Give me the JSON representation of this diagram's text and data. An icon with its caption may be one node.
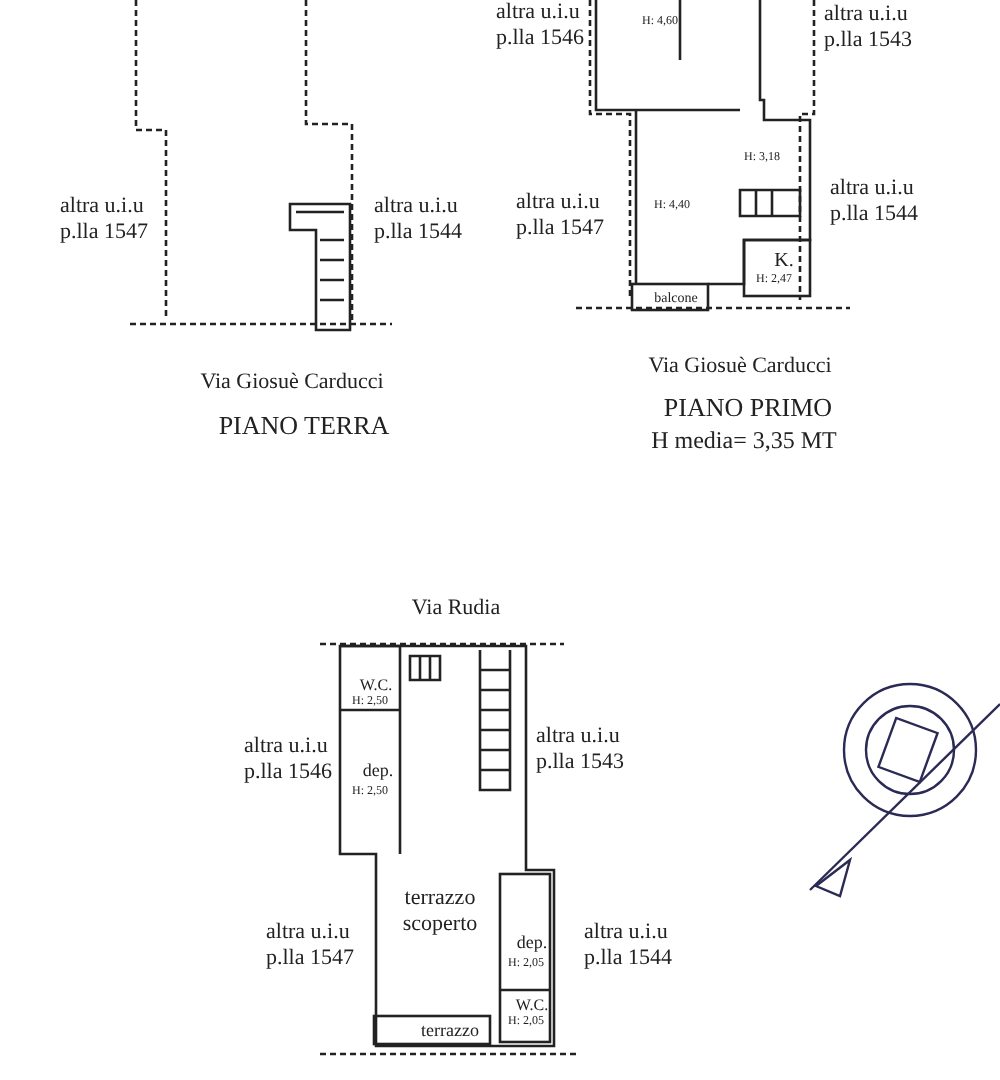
{
  "diagram": {
    "labels": [
      "altra u.i.u p.lla 1546",
      "H: 4,60",
      "altra u.i.u p.lla 1543",
      "H: 3,18",
      "altra u.i.u p.lla 1547",
      "altra u.i.u p.lla 1544",
      "altra u.i.u p.lla 1547",
      "H: 4,40",
      "altra u.i.u p.lla 1544",
      "K.",
      "H: 2,47",
      "balcone",
      "Via Giosuè Carducci",
      "PIANO TERRA",
      "Via Giosuè Carducci",
      "PIANO PRIMO",
      "H media= 3,35 MT",
      "Via Rudia",
      "W.C.",
      "H: 2,50",
      "altra u.i.u p.lla 1546",
      "dep.",
      "H: 2,50",
      "altra u.i.u p.lla 1543",
      "terrazzo scoperto",
      "altra u.i.u p.lla 1547",
      "dep.",
      "H: 2,05",
      "altra u.i.u p.lla 1544",
      "W.C.",
      "H: 2,05",
      "terrazzo"
    ]
  }
}
